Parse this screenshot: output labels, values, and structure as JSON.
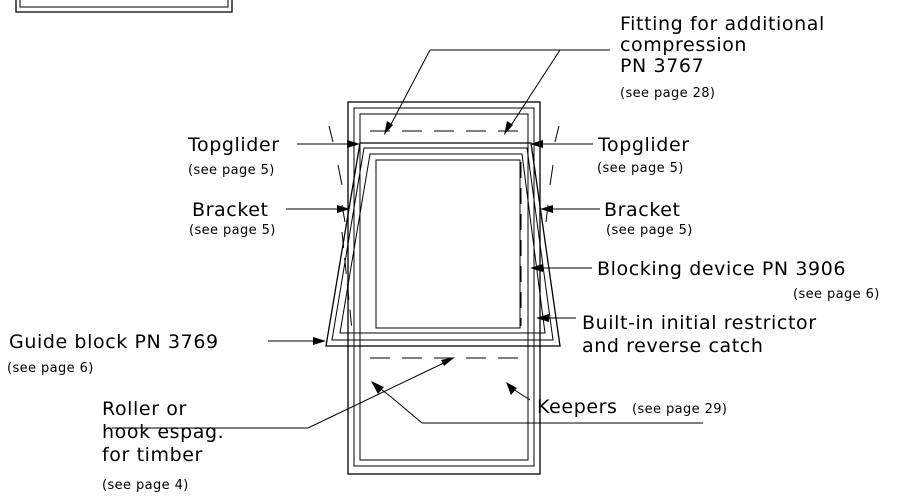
{
  "labels": {
    "fitting_l1": "Fitting for additional",
    "fitting_l2": "compression",
    "fitting_l3": "PN 3767",
    "fitting_ref": "(see page 28)",
    "topglider_left": "Topglider",
    "topglider_left_ref": "(see page 5)",
    "topglider_right": "Topglider",
    "topglider_right_ref": "(see page 5)",
    "bracket_left": "Bracket",
    "bracket_left_ref": "(see page 5)",
    "bracket_right": "Bracket",
    "bracket_right_ref": "(see page 5)",
    "blocking": "Blocking device PN 3906",
    "blocking_ref": "(see page 6)",
    "restrictor_l1": "Built-in initial restrictor",
    "restrictor_l2": "and reverse catch",
    "guide": "Guide block PN 3769",
    "guide_ref": "(see page 6)",
    "roller_l1": "Roller or",
    "roller_l2": "hook espag.",
    "roller_l3": "for timber",
    "roller_ref": "(see page 4)",
    "keepers": "Keepers",
    "keepers_ref": "(see page 29)"
  }
}
